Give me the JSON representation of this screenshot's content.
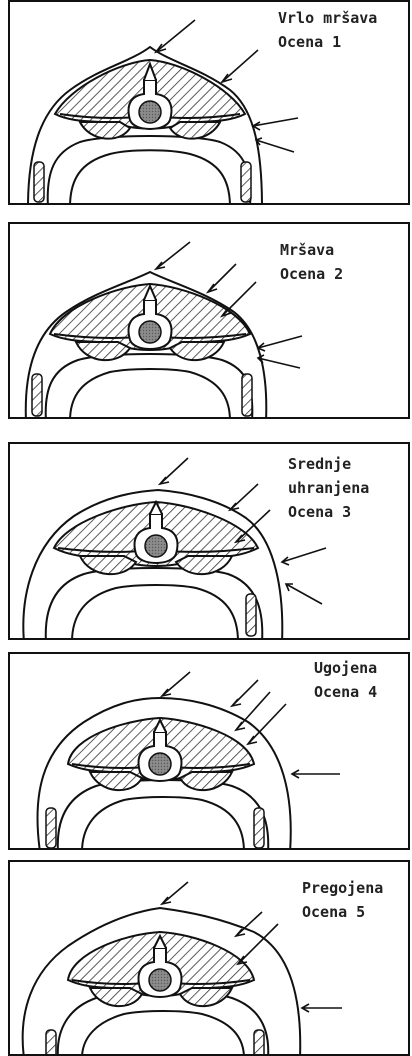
{
  "panels": [
    {
      "name": "Vrlo mršava",
      "grade": "Ocena 1"
    },
    {
      "name": "Mršava",
      "grade": "Ocena 2"
    },
    {
      "name": "Srednje",
      "name2": "uhranjena",
      "grade": "Ocena 3"
    },
    {
      "name": "Ugojena",
      "grade": "Ocena 4"
    },
    {
      "name": "Pregojena",
      "grade": "Ocena 5"
    }
  ],
  "colors": {
    "line": "#111111",
    "hatch": "#333333",
    "vertebra_body": "#9a9a9a",
    "background": "#ffffff"
  }
}
